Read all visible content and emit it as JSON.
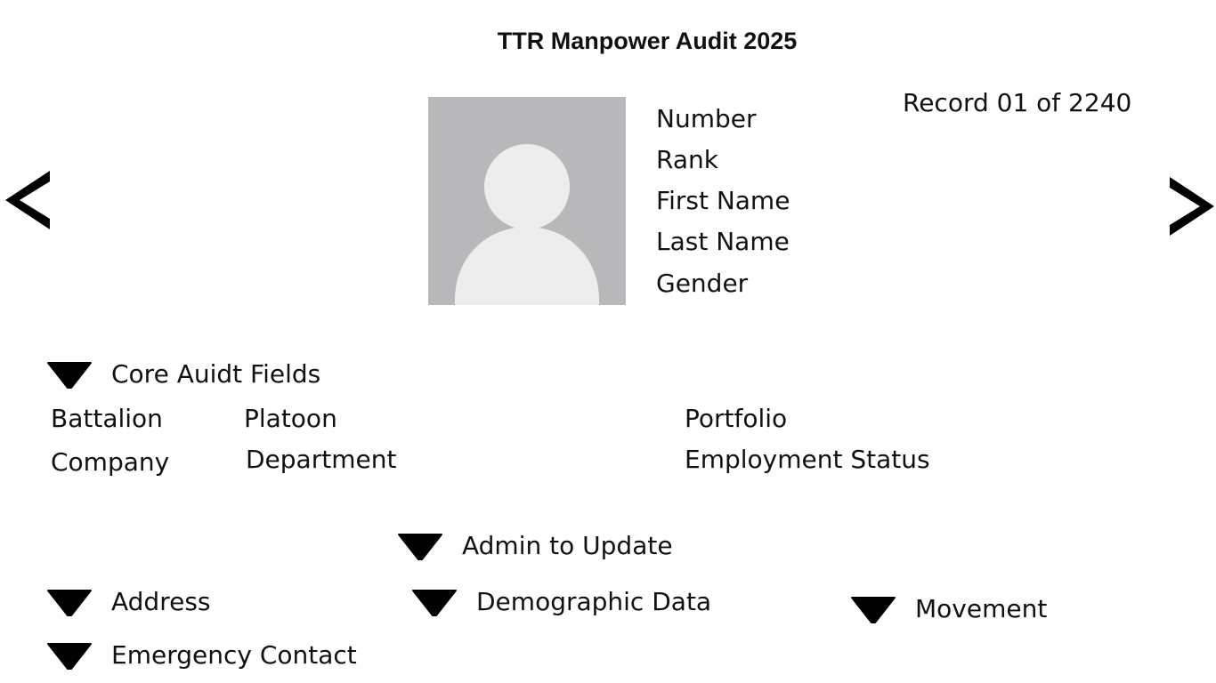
{
  "header": {
    "title": "TTR Manpower Audit 2025",
    "record_counter": "Record 01 of 2240"
  },
  "navigation": {
    "prev_icon": "chevron-left-icon",
    "next_icon": "chevron-right-icon"
  },
  "profile": {
    "photo_icon": "avatar-placeholder-icon",
    "fields": {
      "number": "Number",
      "rank": "Rank",
      "first_name": "First Name",
      "last_name": "Last Name",
      "gender": "Gender"
    }
  },
  "core": {
    "section_label": "Core Auidt Fields",
    "fields": {
      "battalion": "Battalion",
      "company": "Company",
      "platoon": "Platoon",
      "department": "Department",
      "portfolio": "Portfolio",
      "employment_status": "Employment Status"
    }
  },
  "sections": {
    "admin": "Admin to Update",
    "address": "Address",
    "demographic": "Demographic Data",
    "movement": "Movement",
    "emergency": "Emergency Contact"
  },
  "colors": {
    "photo_background": "#b8b8ba",
    "photo_silhouette": "#ededee",
    "icon": "#000000"
  }
}
